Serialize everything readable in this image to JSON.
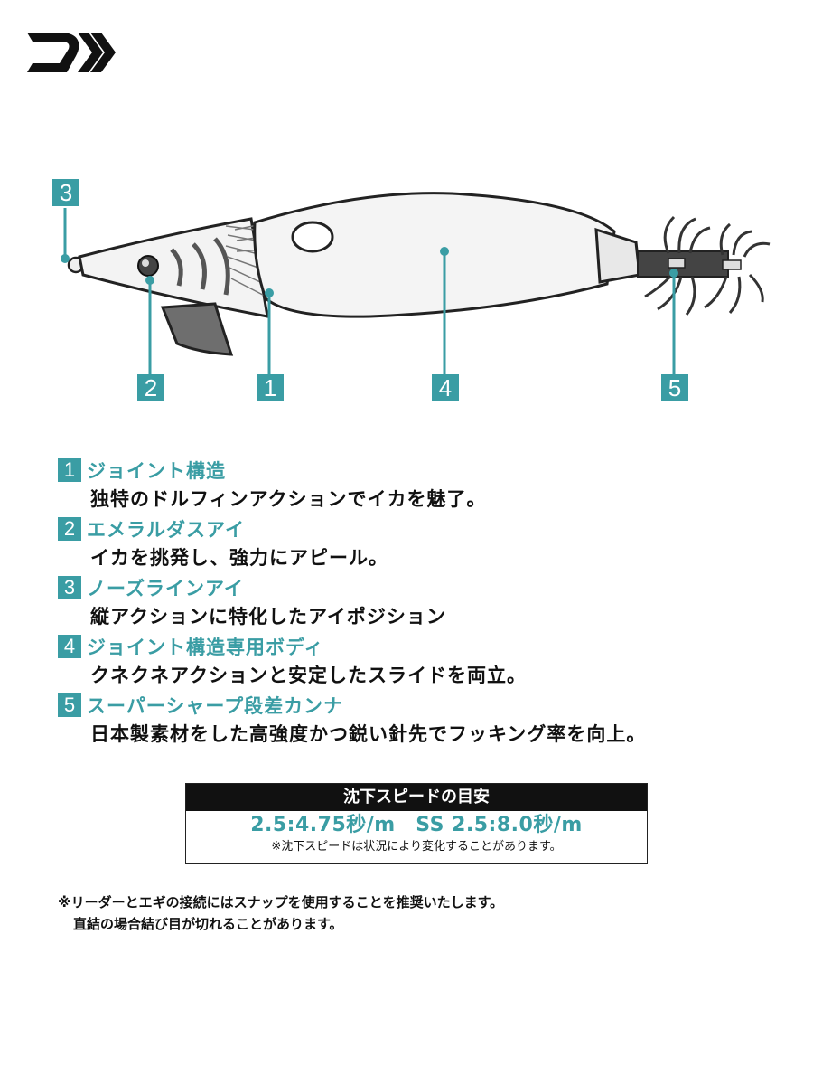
{
  "brand": {
    "logo_icon": "daiwa-logo-icon"
  },
  "diagram": {
    "callouts": [
      "1",
      "2",
      "3",
      "4",
      "5"
    ],
    "accent": "#3a9da4"
  },
  "features": [
    {
      "num": "1",
      "title": "ジョイント構造",
      "desc": "独特のドルフィンアクションでイカを魅了。"
    },
    {
      "num": "2",
      "title": "エメラルダスアイ",
      "desc": "イカを挑発し、強力にアピール。"
    },
    {
      "num": "3",
      "title": "ノーズラインアイ",
      "desc": "縦アクションに特化したアイポジション"
    },
    {
      "num": "4",
      "title": "ジョイント構造専用ボディ",
      "desc": "クネクネアクションと安定したスライドを両立。"
    },
    {
      "num": "5",
      "title": "スーパーシャープ段差カンナ",
      "desc": "日本製素材をした高強度かつ鋭い針先でフッキング率を向上。"
    }
  ],
  "sink": {
    "title": "沈下スピードの目安",
    "speeds": "2.5:4.75秒/m　SS 2.5:8.0秒/m",
    "note": "※沈下スピードは状況により変化することがあります。"
  },
  "footnote": {
    "line1": "※リーダーとエギの接続にはスナップを使用することを推奨いたします。",
    "line2": "直結の場合結び目が切れることがあります。"
  }
}
